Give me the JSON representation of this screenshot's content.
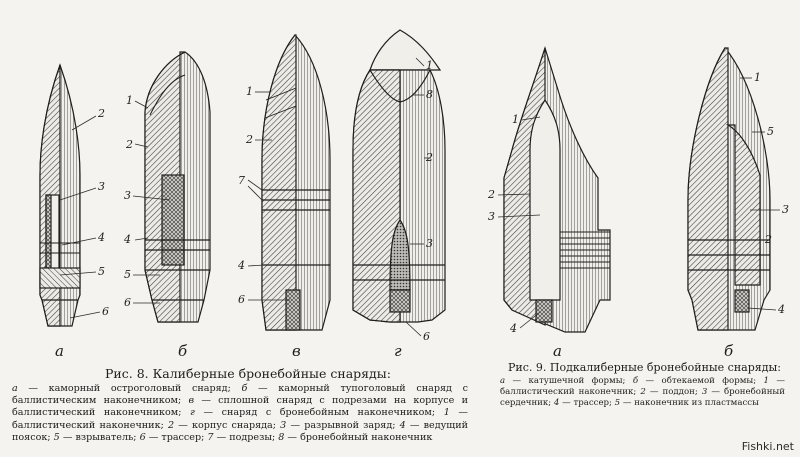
{
  "fig8": {
    "title": "Рис. 8. Калиберные бронебойные снаряды:",
    "caption": [
      {
        "k": "а",
        "t": " — каморный остроголовый снаряд; "
      },
      {
        "k": "б",
        "t": " — каморный тупоголовый снаряд с баллистическим наконечником; "
      },
      {
        "k": "в",
        "t": " — сплошной снаряд с подрезами на корпусе и баллистический наконечником; "
      },
      {
        "k": "г",
        "t": " — снаряд с бронебойным наконечником; "
      },
      {
        "k": "1",
        "t": " — баллистический наконечник; "
      },
      {
        "k": "2",
        "t": " — корпус снаряда; "
      },
      {
        "k": "3",
        "t": " — разрывной заряд; "
      },
      {
        "k": "4",
        "t": " — ведущий поясок; "
      },
      {
        "k": "5",
        "t": " — взрыватель; "
      },
      {
        "k": "6",
        "t": " — трассер; "
      },
      {
        "k": "7",
        "t": " — подрезы; "
      },
      {
        "k": "8",
        "t": " — бронебойный наконечник"
      }
    ],
    "sub": [
      "а",
      "б",
      "в",
      "г"
    ]
  },
  "fig9": {
    "title": "Рис. 9. Подкалиберные бронебойные снаряды:",
    "caption": [
      {
        "k": "а",
        "t": " — катушечной формы; "
      },
      {
        "k": "б",
        "t": " — обтекаемой формы; "
      },
      {
        "k": "1",
        "t": " — баллистический наконечник; "
      },
      {
        "k": "2",
        "t": " — поддон; "
      },
      {
        "k": "3",
        "t": " — бронебойный сердечник; "
      },
      {
        "k": "4",
        "t": " — трассер; "
      },
      {
        "k": "5",
        "t": " — наконечник из пластмассы"
      }
    ],
    "sub": [
      "а",
      "б"
    ]
  },
  "labels": {
    "a": [
      "2",
      "3",
      "4",
      "5",
      "6"
    ],
    "b": [
      "1",
      "2",
      "3",
      "4",
      "5",
      "6"
    ],
    "v": [
      "1",
      "2",
      "7",
      "4",
      "6"
    ],
    "g": [
      "1",
      "8",
      "2",
      "3",
      "6"
    ],
    "sa": [
      "1",
      "2",
      "3",
      "4"
    ],
    "sb": [
      "1",
      "5",
      "3",
      "2",
      "4"
    ]
  },
  "watermark": "Fishki.net"
}
